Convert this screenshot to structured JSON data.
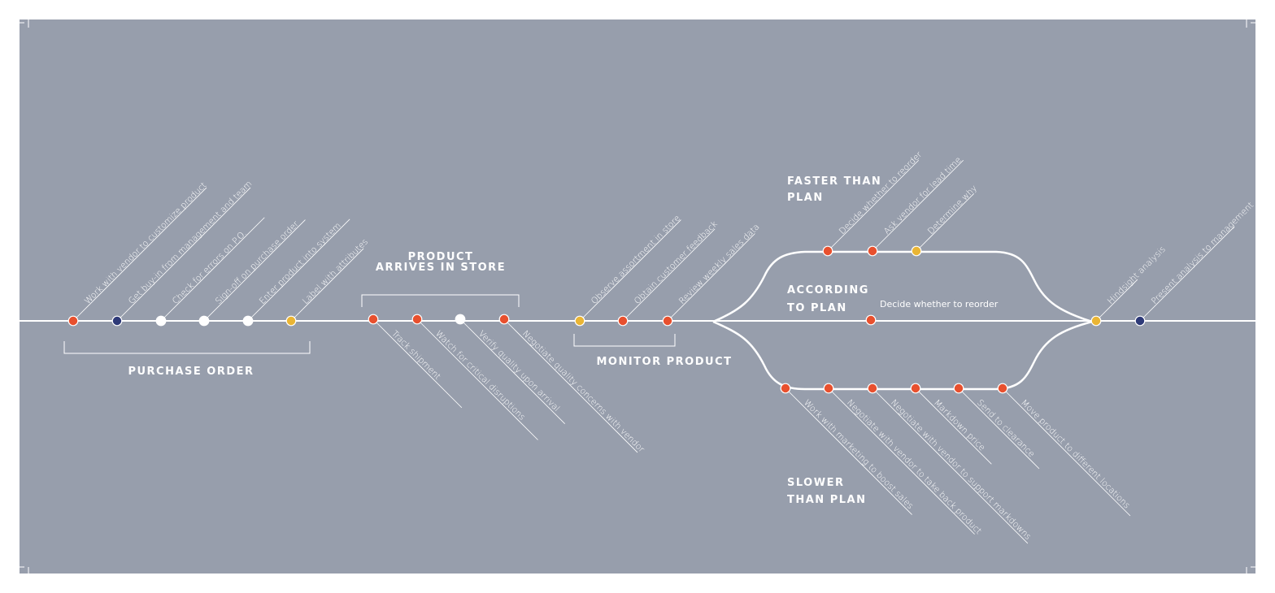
{
  "colors": {
    "background": "#979eac",
    "line": "#ffffff",
    "red": "#e8502e",
    "navy": "#2e3a78",
    "white": "#ffffff",
    "yellow": "#eab534"
  },
  "stages": {
    "purchase_order": "PURCHASE ORDER",
    "product_arrives_1": "PRODUCT",
    "product_arrives_2": "ARRIVES IN STORE",
    "monitor_product": "MONITOR PRODUCT",
    "faster_1": "FASTER THAN",
    "faster_2": "PLAN",
    "according_1": "ACCORDING",
    "according_2": "TO PLAN",
    "slower_1": "SLOWER",
    "slower_2": "THAN PLAN"
  },
  "according_step": "Decide whether to reorder",
  "steps": {
    "purchase": [
      {
        "label": "Work with vendor to customize product",
        "color": "red"
      },
      {
        "label": "Get buy-in from management and team",
        "color": "navy"
      },
      {
        "label": "Check for errors on P.O.",
        "color": "white"
      },
      {
        "label": "Sign-off on purchase order",
        "color": "white"
      },
      {
        "label": "Enter product into system",
        "color": "white"
      },
      {
        "label": "Label with attributes",
        "color": "yellow"
      }
    ],
    "arrival": [
      {
        "label": "Track shipment",
        "color": "red"
      },
      {
        "label": "Watch for critical disruptions",
        "color": "red"
      },
      {
        "label": "Verify quality upon arrival",
        "color": "white"
      },
      {
        "label": "Negotiate quality concerns with vendor",
        "color": "red"
      }
    ],
    "monitor": [
      {
        "label": "Observe assortment in store",
        "color": "yellow"
      },
      {
        "label": "Obtain customer feedback",
        "color": "red"
      },
      {
        "label": "Review weekly sales data",
        "color": "red"
      }
    ],
    "faster": [
      {
        "label": "Decide whether to reorder",
        "color": "red"
      },
      {
        "label": "Ask vendor for lead time",
        "color": "red"
      },
      {
        "label": "Determine why",
        "color": "yellow"
      }
    ],
    "according": [
      {
        "label": "Decide whether to reorder",
        "color": "red"
      }
    ],
    "slower": [
      {
        "label": "Work with marketing to boost sales",
        "color": "red"
      },
      {
        "label": "Negotiate with vendor to take back product",
        "color": "red"
      },
      {
        "label": "Negotiate with vendor to support markdowns",
        "color": "red"
      },
      {
        "label": "Markdown price",
        "color": "red"
      },
      {
        "label": "Send to clearance",
        "color": "red"
      },
      {
        "label": "Move product to different locations",
        "color": "red"
      }
    ],
    "end": [
      {
        "label": "Hindsight analysis",
        "color": "yellow"
      },
      {
        "label": "Present analysis to management",
        "color": "navy"
      }
    ]
  }
}
